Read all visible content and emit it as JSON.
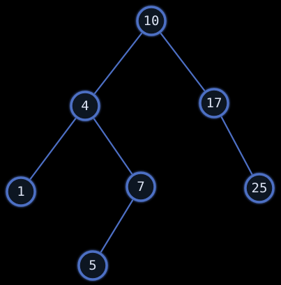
{
  "tree": {
    "nodes": [
      {
        "id": "n10",
        "label": "10"
      },
      {
        "id": "n4",
        "label": "4"
      },
      {
        "id": "n17",
        "label": "17"
      },
      {
        "id": "n1",
        "label": "1"
      },
      {
        "id": "n7",
        "label": "7"
      },
      {
        "id": "n25",
        "label": "25"
      },
      {
        "id": "n5",
        "label": "5"
      }
    ],
    "edges": [
      {
        "from": "n10",
        "to": "n4"
      },
      {
        "from": "n10",
        "to": "n17"
      },
      {
        "from": "n4",
        "to": "n1"
      },
      {
        "from": "n4",
        "to": "n7"
      },
      {
        "from": "n7",
        "to": "n5"
      },
      {
        "from": "n17",
        "to": "n25"
      }
    ]
  },
  "colors": {
    "background": "#000000",
    "node_stroke": "#4d6fc4",
    "node_fill": "#0c1224",
    "edge_stroke": "#4d6fc4",
    "label": "#dde4f4"
  }
}
